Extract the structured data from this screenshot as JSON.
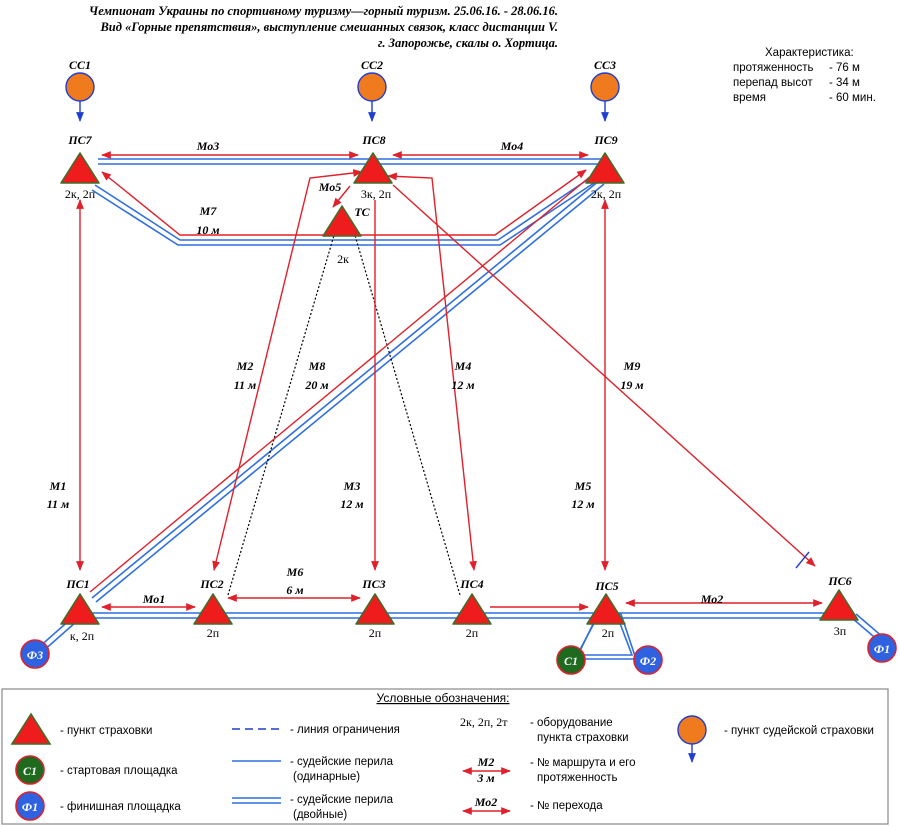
{
  "header": {
    "line1": "Чемпионат Украины по спортивному туризму—горный туризм. 25.06.16. - 28.06.16.",
    "line2": "Вид «Горные препятствия», выступление смешанных связок, класс дистанции V.",
    "line3": "г. Запорожье, скалы о. Хортица."
  },
  "characteristics": {
    "title": "Характеристика:",
    "rows": [
      {
        "key": "протяженность",
        "value": "- 76 м"
      },
      {
        "key": "перепад высот",
        "value": "- 34 м"
      },
      {
        "key": "время",
        "value": "- 60 мин."
      }
    ]
  },
  "judge_points": [
    "СС1",
    "СС2",
    "СС3"
  ],
  "stations": [
    {
      "id": "ПС7",
      "equip": "2к, 2п"
    },
    {
      "id": "ПС8",
      "equip": "3к, 2п"
    },
    {
      "id": "ПС9",
      "equip": "2к, 2п"
    },
    {
      "id": "ТС",
      "equip": "2к"
    },
    {
      "id": "ПС1",
      "equip": "к, 2п"
    },
    {
      "id": "ПС2",
      "equip": "2п"
    },
    {
      "id": "ПС3",
      "equip": "2п"
    },
    {
      "id": "ПС4",
      "equip": "2п"
    },
    {
      "id": "ПС5",
      "equip": "2п"
    },
    {
      "id": "ПС6",
      "equip": "3п"
    }
  ],
  "start_finish": {
    "start": "С1",
    "finish": [
      "Ф1",
      "Ф2",
      "Ф3"
    ]
  },
  "stages": [
    {
      "no": "М1",
      "len": "11 м"
    },
    {
      "no": "М2",
      "len": "11 м"
    },
    {
      "no": "М3",
      "len": "12 м"
    },
    {
      "no": "М4",
      "len": "12 м"
    },
    {
      "no": "М5",
      "len": "12 м"
    },
    {
      "no": "М6",
      "len": "6 м"
    },
    {
      "no": "М7",
      "len": "10 м"
    },
    {
      "no": "М8",
      "len": "20 м"
    },
    {
      "no": "М9",
      "len": "19 м"
    }
  ],
  "transitions": [
    "Мо1",
    "Мо2",
    "Мо3",
    "Мо4",
    "Мо5"
  ],
  "legend": {
    "title": "Условные обозначения:",
    "belay_point": "- пункт страховки",
    "start_area": "- стартовая площадка",
    "finish_area": "- финишная площадка",
    "limit_line": "- линия ограничения",
    "rope_single_1": "- судейские перила",
    "rope_single_2": "(одинарные)",
    "rope_double_1": "- судейские перила",
    "rope_double_2": "(двойные)",
    "equip_sample": "2к, 2п, 2т",
    "equip_desc_1": "- оборудование",
    "equip_desc_2": "пункта страховки",
    "stage_sample_no": "М2",
    "stage_sample_len": "3 м",
    "stage_desc_1": "- № маршрута и его",
    "stage_desc_2": "протяженность",
    "trans_sample": "Мо2",
    "trans_desc": "- № перехода",
    "judge_point": "- пункт судейской страховки",
    "start_icon": "С1",
    "finish_icon": "Ф1"
  },
  "colors": {
    "triangle": "#ee1c1c",
    "triangle_border": "#3f6f2a",
    "judge_circle": "#f07a1e",
    "start_circle": "#1f6a1f",
    "finish_circle": "#2f62e0",
    "route": "#e0202a",
    "rope": "#2f6fe0"
  }
}
